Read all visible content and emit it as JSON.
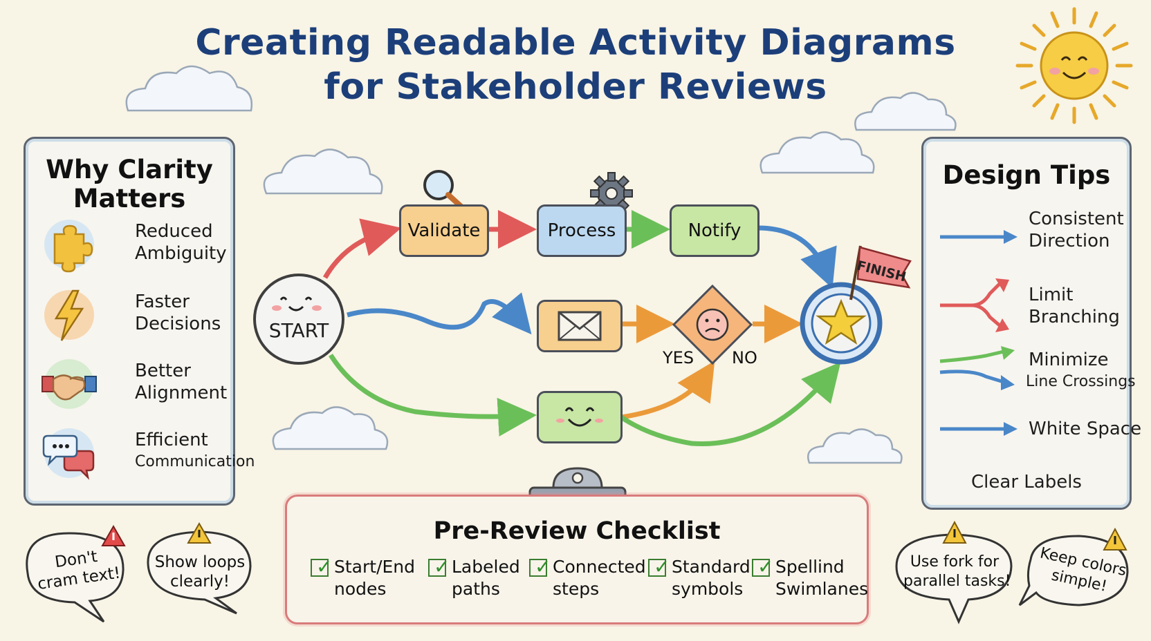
{
  "title": {
    "line1": "Creating Readable Activity Diagrams",
    "line2": "for Stakeholder Reviews"
  },
  "left_panel": {
    "title_line1": "Why Clarity",
    "title_line2": "Matters",
    "items": [
      {
        "icon": "puzzle-icon",
        "line1": "Reduced",
        "line2": "Ambiguity"
      },
      {
        "icon": "lightning-icon",
        "line1": "Faster",
        "line2": "Decisions"
      },
      {
        "icon": "handshake-icon",
        "line1": "Better",
        "line2": "Alignment"
      },
      {
        "icon": "chat-bubbles-icon",
        "line1": "Efficient",
        "line2": "Communication"
      }
    ]
  },
  "right_panel": {
    "title": "Design Tips",
    "tips": [
      {
        "icon": "straight-arrow-icon",
        "line1": "Consistent",
        "line2": "Direction"
      },
      {
        "icon": "fork-arrow-icon",
        "line1": "Limit",
        "line2": "Branching"
      },
      {
        "icon": "parallel-arrows-icon",
        "line1": "Minimize",
        "line2": "Line Crossings"
      },
      {
        "icon": "straight-arrow-icon",
        "line1": "White Space",
        "line2": ""
      }
    ],
    "footer": "Clear Labels"
  },
  "flow": {
    "start": "START",
    "validate": "Validate",
    "process": "Process",
    "notify": "Notify",
    "finish": "FINISH",
    "yes": "YES",
    "no": "NO"
  },
  "checklist": {
    "title": "Pre-Review Checklist",
    "items": [
      {
        "line1": "Start/End",
        "line2": "nodes"
      },
      {
        "line1": "Labeled",
        "line2": "paths"
      },
      {
        "line1": "Connected",
        "line2": "steps"
      },
      {
        "line1": "Standard",
        "line2": "symbols"
      },
      {
        "line1": "Spellind",
        "line2": "Swimlanes"
      }
    ]
  },
  "bubbles": {
    "b1_line1": "Don't",
    "b1_line2": "cram text!",
    "b2_line1": "Show loops",
    "b2_line2": "clearly!",
    "b3_line1": "Use fork for",
    "b3_line2": "parallel tasks!",
    "b4_line1": "Keep colors",
    "b4_line2": "simple!"
  },
  "colors": {
    "title": "#1c3f7a",
    "red_arrow": "#e05a5a",
    "blue_arrow": "#4a87c9",
    "green_arrow": "#6bbf59",
    "orange_arrow": "#eb9a3a"
  }
}
